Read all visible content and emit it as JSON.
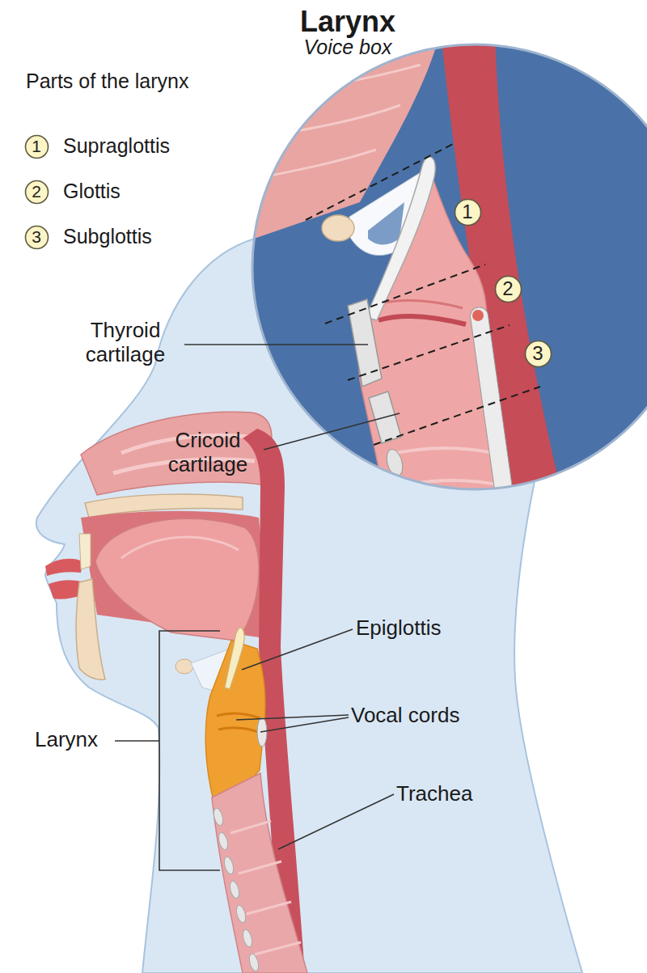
{
  "diagram": {
    "title": "Larynx",
    "nodes": [
      {
        "text": [
          "1"
        ]
      },
      {
        "text": [
          "2"
        ]
      },
      {
        "text": [
          "3"
        ]
      },
      {
        "text": [
          "1"
        ]
      },
      {
        "text": [
          "2"
        ]
      },
      {
        "text": [
          "3"
        ]
      }
    ],
    "labels": [
      "Voice box",
      "Parts of the larynx",
      "Supraglottis",
      "Glottis",
      "Subglottis",
      "Thyroid cartilage",
      "Cricoid cartilage",
      "Epiglottis",
      "Vocal cords",
      "Larynx",
      "Trachea"
    ]
  }
}
